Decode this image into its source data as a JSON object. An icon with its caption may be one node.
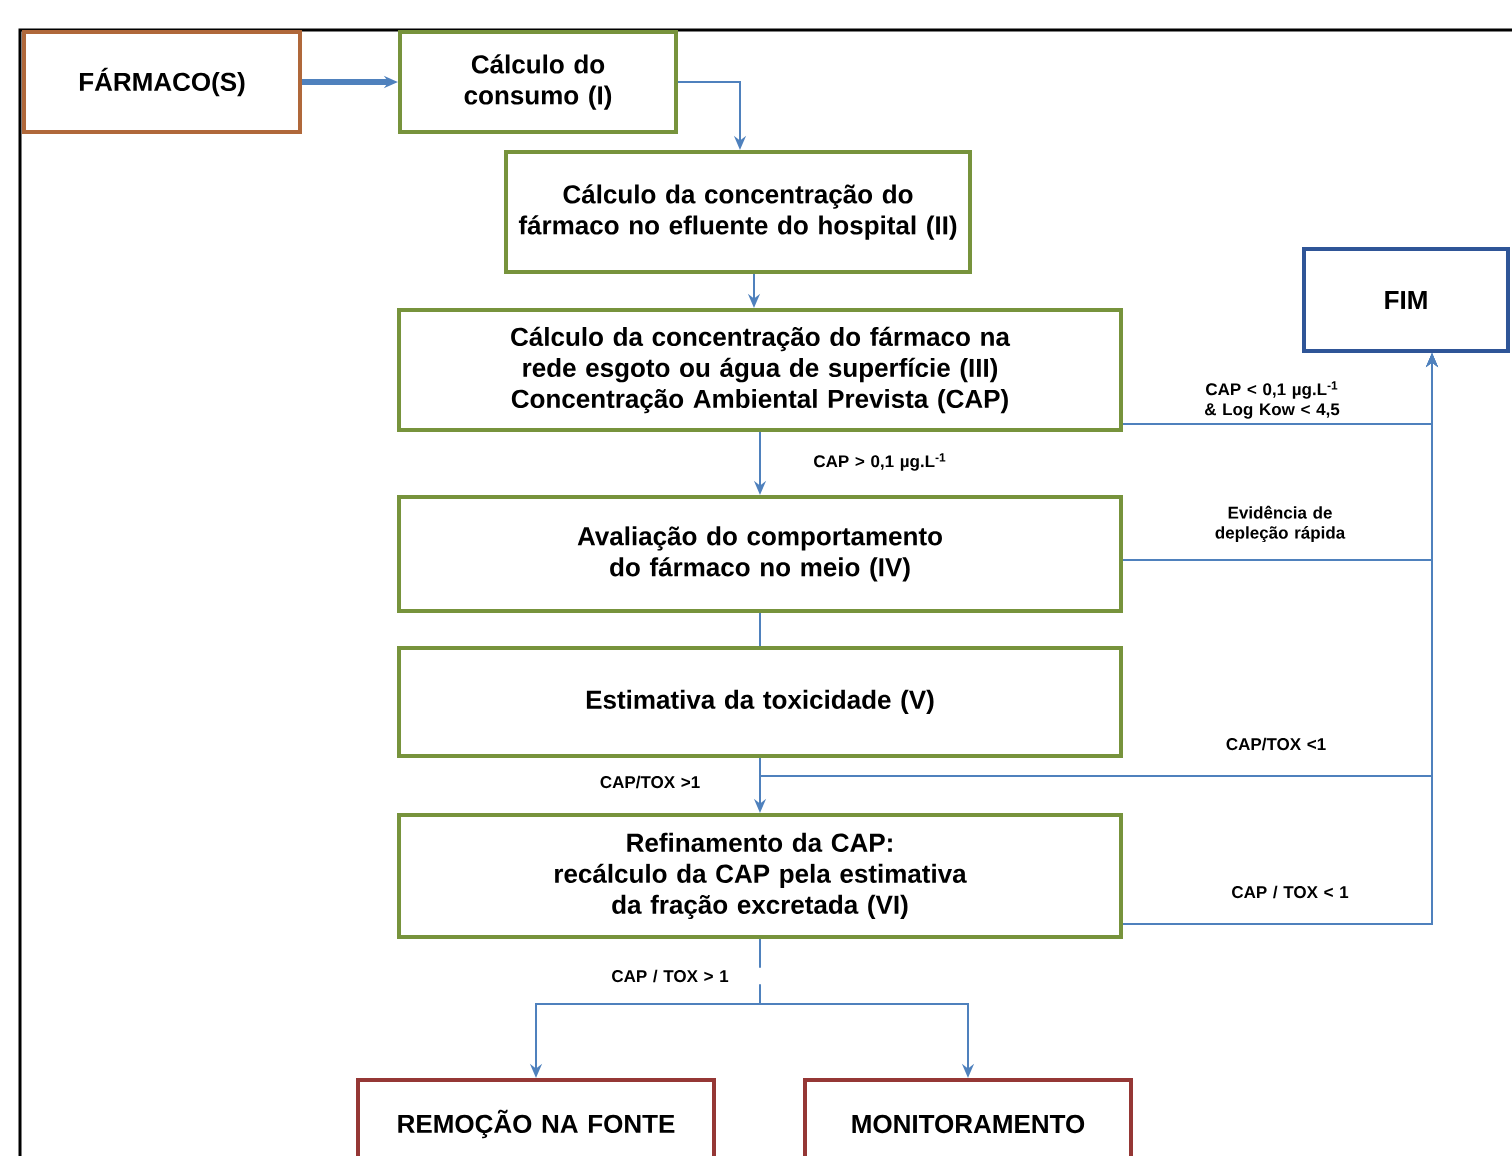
{
  "diagram": {
    "nodes": [
      {
        "text": [
          "FÁRMACO(S)"
        ]
      },
      {
        "text": [
          "Cálculo do consumo (I)"
        ]
      },
      {
        "text": [
          "Cálculo da concentração do fármaco no efluente do hospital (II)"
        ]
      },
      {
        "text": [
          "Cálculo da concentração do fármaco na rede esgoto ou água de superfície (III) Concentração Ambiental Prevista (CAP)"
        ]
      },
      {
        "text": [
          "Avaliação do comportamento do fármaco no meio (IV)"
        ]
      },
      {
        "text": [
          "Estimativa da toxicidade (V)"
        ]
      },
      {
        "text": [
          "Refinamento da CAP:",
          "recálculo da CAP pela estimativa da fração excretada (VI)"
        ]
      },
      {
        "text": [
          "FIM"
        ]
      },
      {
        "text": [
          "REMOÇÃO NA FONTE"
        ]
      },
      {
        "text": [
          "MONITORAMENTO"
        ]
      }
    ],
    "edges": [
      {
        "from": 0,
        "to": 1,
        "arrow": "to",
        "style": "thick"
      },
      {
        "from": 1,
        "to": 2,
        "arrow": "to"
      },
      {
        "from": 2,
        "to": 3,
        "arrow": "to"
      },
      {
        "from": 3,
        "to": 4,
        "arrow": "to",
        "label": "CAP > 0,1 µg.L$^{-1}$"
      },
      {
        "from": 3,
        "to": 7,
        "arrow": "to",
        "label": "CAP < 0,1 µg.L$^{-1}$ & Log Kow < 4,5"
      },
      {
        "from": 4,
        "to": 5,
        "arrow": "none"
      },
      {
        "from": 4,
        "to": 7,
        "arrow": "to",
        "label": "Evidência de depleção rápida"
      },
      {
        "from": 5,
        "to": 6,
        "arrow": "to",
        "label": "CAP/TOX >1"
      },
      {
        "from": 5,
        "to": 7,
        "arrow": "to",
        "label": "CAP/TOX <1"
      },
      {
        "from": 6,
        "to": 7,
        "arrow": "to",
        "label": "CAP / TOX < 1"
      },
      {
        "from": 6,
        "to": 8,
        "arrow": "to",
        "label": "CAP / TOX > 1"
      },
      {
        "from": 6,
        "to": 9,
        "arrow": "to"
      }
    ]
  }
}
